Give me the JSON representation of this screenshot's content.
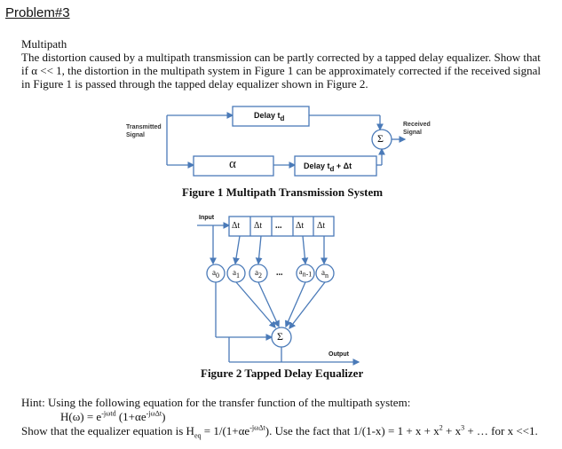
{
  "heading": "Problem#3",
  "subtitle": "Multipath",
  "paragraph": [
    "The distortion caused by a multipath transmission can be partly corrected by a tapped delay equalizer. Show that",
    "if α << 1, the distortion in the multipath system in Figure 1 can be approximately corrected if the received signal",
    "in Figure 1 is passed through the tapped delay equalizer shown in Figure 2."
  ],
  "fig1": {
    "transmitted": [
      "Transmitted",
      "Signal"
    ],
    "received": [
      "Received",
      "Signal"
    ],
    "delay_top": "Delay t",
    "delay_top_sub": "d",
    "alpha": "α",
    "delay_bottom": "Delay t",
    "delay_bottom_sub": "d",
    "delay_bottom_rest": " + Δt",
    "sum": "Σ",
    "caption": "Figure 1 Multipath Transmission System"
  },
  "fig2": {
    "input": "Input",
    "delays": [
      "Δt",
      "Δt",
      "...",
      "Δt",
      "Δt"
    ],
    "taps": [
      "a",
      "a",
      "a",
      "...",
      "a",
      "a"
    ],
    "tap_subs": [
      "0",
      "1",
      "2",
      "",
      "n-1",
      "n"
    ],
    "sum": "Σ",
    "output": "Output",
    "caption": "Figure 2 Tapped Delay Equalizer"
  },
  "hint": {
    "line1": "Hint: Using the following equation for the transfer function of the multipath system:",
    "eq_a": "H(ω) = e",
    "eq_sup1": "-jωtd",
    "eq_b": " (1+αe",
    "eq_sup2": "-jωΔt",
    "eq_c": ")",
    "line3_a": "Show  that the equalizer equation is H",
    "line3_sub": "eq",
    "line3_b": " = 1/(1+αe",
    "line3_sup": "-jωΔt",
    "line3_c": "). Use the fact that 1/(1-x) = 1 + x + x",
    "line3_sup2": "2",
    "line3_d": " + x",
    "line3_sup3": "3",
    "line3_e": " + … for x <<1."
  }
}
